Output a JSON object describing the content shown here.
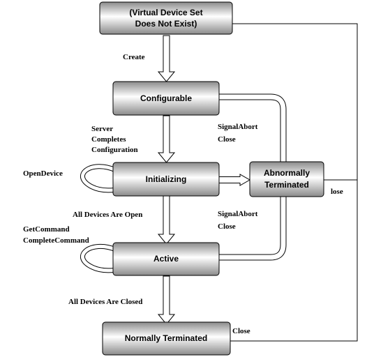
{
  "states": {
    "nonexistent": {
      "line1": "(Virtual Device Set",
      "line2": "Does Not Exist)"
    },
    "configurable": {
      "label": "Configurable"
    },
    "initializing": {
      "label": "Initializing"
    },
    "active": {
      "label": "Active"
    },
    "abnormal": {
      "line1": "Abnormally",
      "line2": "Terminated"
    },
    "normal": {
      "label": "Normally Terminated"
    }
  },
  "transitions": {
    "create": "Create",
    "server_completes": [
      "Server",
      "Completes",
      "Configuration"
    ],
    "open_device": "OpenDevice",
    "all_open": "All Devices Are Open",
    "get_command": "GetCommand",
    "complete_command": "CompleteCommand",
    "all_closed": "All Devices Are Closed",
    "signal_abort_1": "SignalAbort",
    "close_1": "Close",
    "signal_abort_2": "SignalAbort",
    "close_2": "Close",
    "close_abnormal": "lose",
    "close_normal": "Close"
  }
}
